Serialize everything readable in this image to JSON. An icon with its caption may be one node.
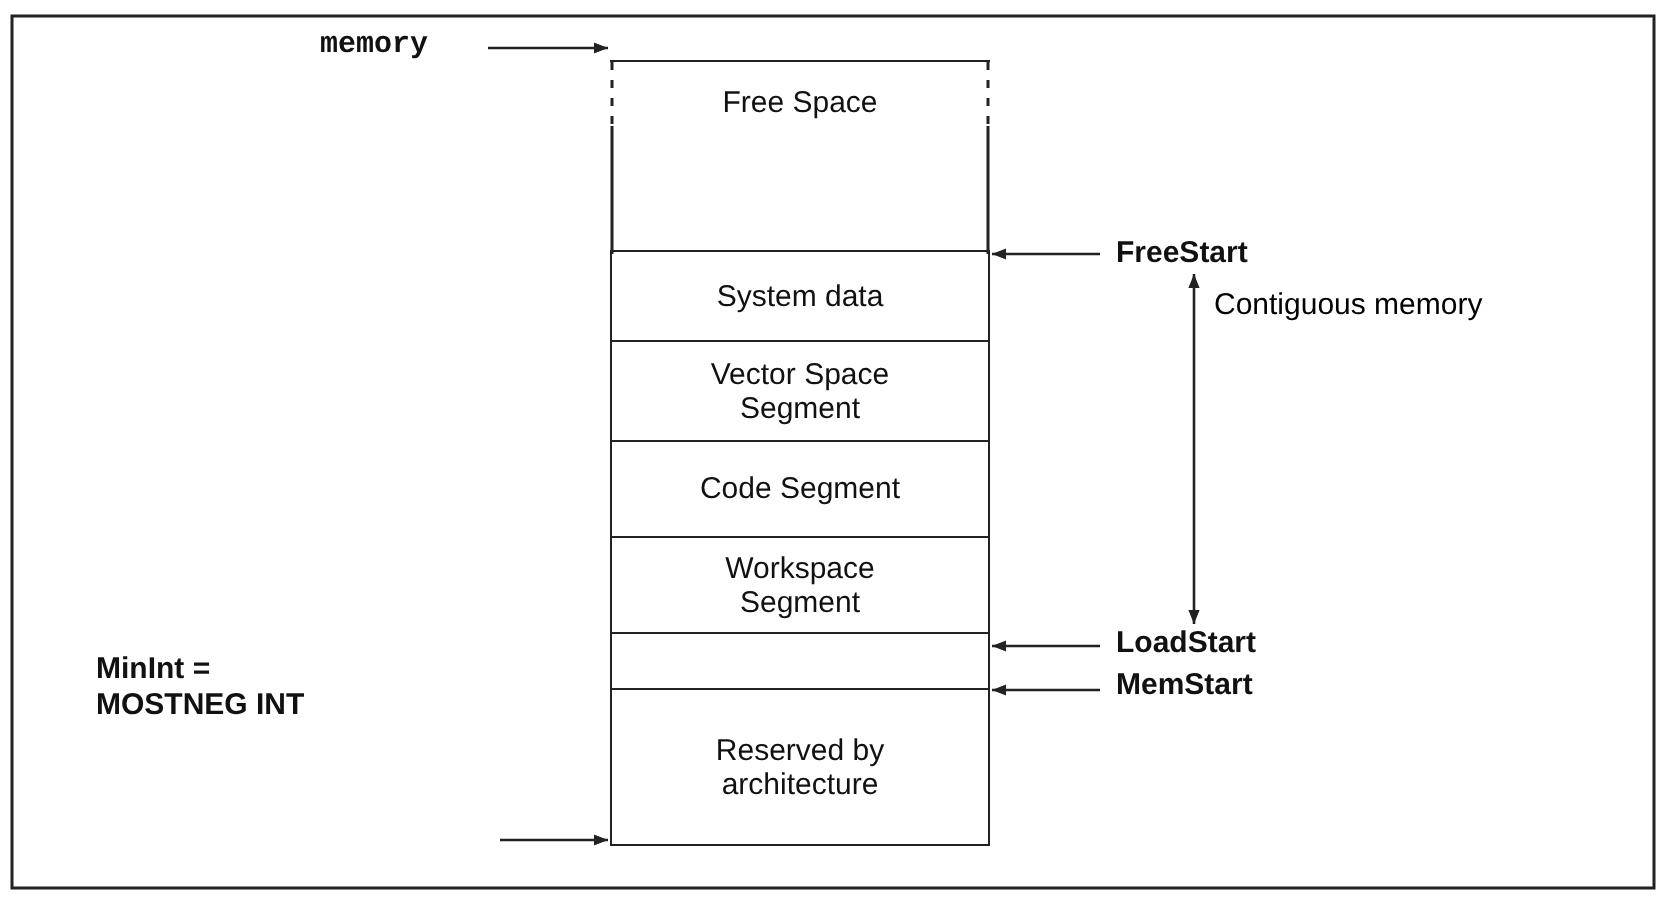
{
  "diagram": {
    "nodes": [
      {
        "text": [
          "memory"
        ]
      },
      {
        "text": [
          "Free Space"
        ]
      },
      {
        "text": [
          "System data"
        ]
      },
      {
        "text": [
          "Vector Space Segment"
        ]
      },
      {
        "text": [
          "Code Segment"
        ]
      },
      {
        "text": [
          "Workspace Segment"
        ]
      },
      {
        "text": [],
        "shape": "box"
      },
      {
        "text": [
          "Reserved by architecture"
        ]
      },
      {
        "text": [
          "FreeStart"
        ]
      },
      {
        "text": [
          "LoadStart"
        ]
      },
      {
        "text": [
          "MemStart"
        ]
      },
      {
        "text": [
          "MinInt = MOSTNEG INT"
        ]
      }
    ],
    "edges": [
      {
        "from": 0,
        "to": 1,
        "arrow": "to"
      },
      {
        "from": 8,
        "to": 2,
        "arrow": "to"
      },
      {
        "from": 9,
        "to": 6,
        "arrow": "to"
      },
      {
        "from": 10,
        "to": 7,
        "arrow": "to"
      },
      {
        "from": null,
        "to": 7,
        "arrow": "to"
      },
      {
        "from": 8,
        "to": 9,
        "arrow": "both",
        "label": "Contiguous memory"
      }
    ]
  }
}
